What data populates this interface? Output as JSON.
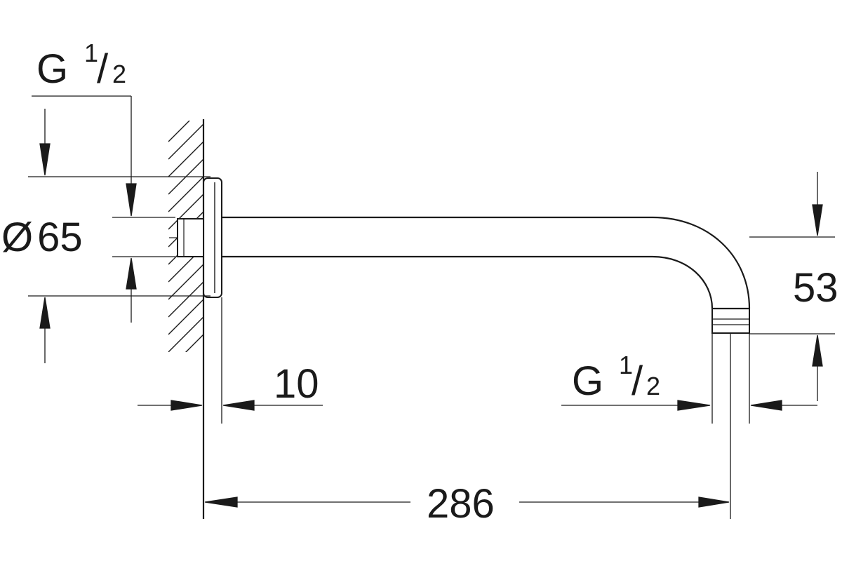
{
  "drawing": {
    "thread_top_left": {
      "base": "G",
      "numerator": "1",
      "slash": "/",
      "denominator": "2"
    },
    "thread_bottom_right": {
      "base": "G",
      "numerator": "1",
      "slash": "/",
      "denominator": "2"
    },
    "flange_diameter": {
      "symbol": "Ø",
      "value": "65"
    },
    "flange_depth": "10",
    "drop_height": "53",
    "arm_length": "286"
  }
}
